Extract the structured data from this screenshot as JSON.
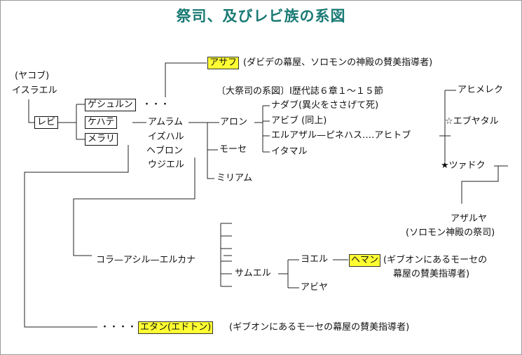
{
  "title": "祭司、及びレビ族の系図",
  "nodes": {
    "jacob": "(ヤコブ)",
    "israel": "イスラエル",
    "levi": "レビ",
    "gershon": "ゲシュルン",
    "gershon_dots": "・・・",
    "kohath": "ケハテ",
    "merari": "メラリ",
    "asaph": "アサフ",
    "asaph_note": "(ダビデの幕屋、ソロモンの神殿の賛美指導者)",
    "high_priest_label": "〔大祭司の系図〕Ⅰ歴代誌６章１～１５節",
    "amram": "アムラム",
    "izhar": "イズハル",
    "hebron": "ヘブロン",
    "uzziel": "ウジエル",
    "aaron": "アロン",
    "nadab": "ナダブ(異火をささげて死)",
    "abihu": "アビブ (同上)",
    "eleazar_line": "エルアザル—ピネハス‥‥アヒトブ",
    "ithamar": "イタマル",
    "moses": "モーセ",
    "miriam": "ミリアム",
    "ahimelech": "アヒメレク",
    "abiathar": "☆エブヤタル",
    "zadok": "★ツァドク",
    "azariah": "アザルヤ",
    "azariah_note": "(ソロモン神殿の祭司)",
    "korah_line": "コラ—アシル—エルカナ",
    "samuel": "サムエル",
    "joel": "ヨエル",
    "heman": "ヘマン",
    "heman_note_1": "(ギブオンにあるモーセの",
    "heman_note_2": "幕屋の賛美指導者)",
    "abijah": "アビヤ",
    "ethan_dots": "・・・・",
    "ethan": "エタン(エドトン)",
    "ethan_note": "(ギブオンにあるモーセの幕屋の賛美指導者)"
  }
}
